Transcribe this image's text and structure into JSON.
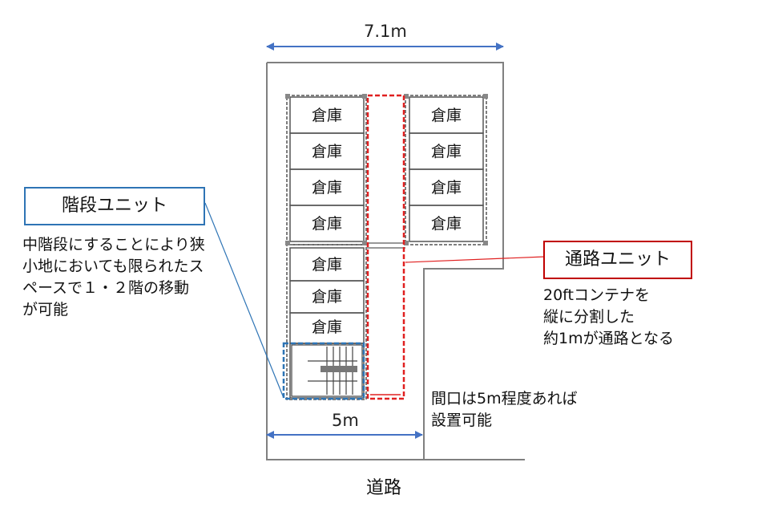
{
  "dimensions": {
    "width_label": "7.1m",
    "frontage_label": "5m"
  },
  "warehouses": {
    "left_upper": [
      "倉庫",
      "倉庫",
      "倉庫",
      "倉庫"
    ],
    "left_lower": [
      "倉庫",
      "倉庫",
      "倉庫"
    ],
    "right": [
      "倉庫",
      "倉庫",
      "倉庫",
      "倉庫"
    ]
  },
  "stair_unit": {
    "title": "階段ユニット",
    "note_lines": [
      "中階段にすることにより狭",
      "小地においても限られたス",
      "ペースで１・２階の移動",
      "が可能"
    ]
  },
  "passage_unit": {
    "title": "通路ユニット",
    "note_lines": [
      "20ftコンテナを",
      "縦に分割した",
      "約1mが通路となる"
    ]
  },
  "frontage_note": [
    "間口は5m程度あれば",
    "設置可能"
  ],
  "road_label": "道路",
  "colors": {
    "blue_arrow": "#4472c4",
    "red": "#e02020",
    "callout_blue": "#2e74b5",
    "callout_red": "#c00000",
    "stair_blue": "#2e75b6",
    "site_gray": "#777777"
  }
}
